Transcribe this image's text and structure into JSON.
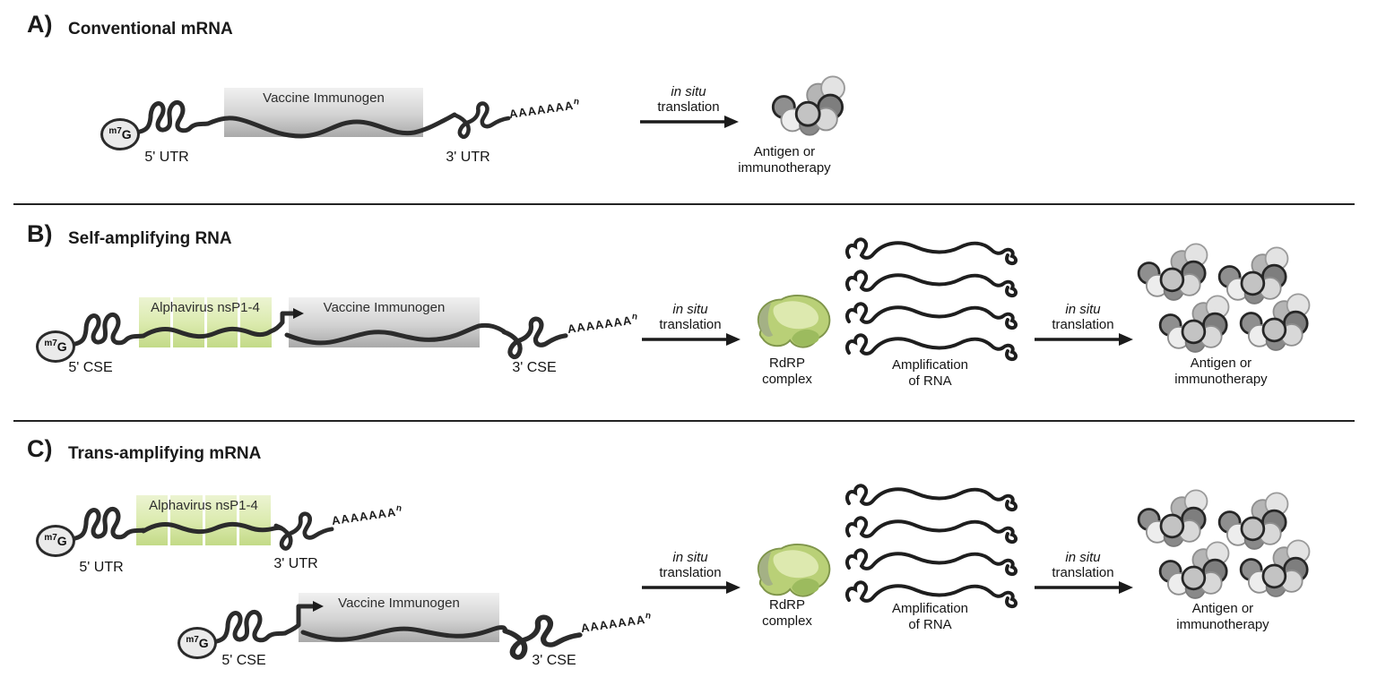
{
  "panels": {
    "a": {
      "letter": "A)",
      "title": "Conventional mRNA",
      "cap": {
        "prefix": "m7",
        "base": "G"
      },
      "label_5": "5' UTR",
      "label_3": "3' UTR",
      "gene_box": "Vaccine Immunogen",
      "polya": "AAAAAAA",
      "polya_sub": "n",
      "arrow1": {
        "line1": "in situ",
        "line2": "translation"
      },
      "output": {
        "line1": "Antigen or",
        "line2": "immunotherapy"
      }
    },
    "b": {
      "letter": "B)",
      "title": "Self-amplifying RNA",
      "cap": {
        "prefix": "m7",
        "base": "G"
      },
      "label_5": "5' CSE",
      "label_3": "3' CSE",
      "nsp_box": "Alphavirus nsP1-4",
      "gene_box": "Vaccine Immunogen",
      "polya": "AAAAAAA",
      "polya_sub": "n",
      "arrow1": {
        "line1": "in situ",
        "line2": "translation"
      },
      "rdrp": {
        "line1": "RdRP",
        "line2": "complex"
      },
      "amplification": {
        "line1": "Amplification",
        "line2": "of RNA"
      },
      "arrow2": {
        "line1": "in situ",
        "line2": "translation"
      },
      "output": {
        "line1": "Antigen or",
        "line2": "immunotherapy"
      }
    },
    "c": {
      "letter": "C)",
      "title": "Trans-amplifying mRNA",
      "construct1": {
        "cap": {
          "prefix": "m7",
          "base": "G"
        },
        "label_5": "5' UTR",
        "nsp_box": "Alphavirus nsP1-4",
        "label_3": "3' UTR",
        "polya": "AAAAAAA",
        "polya_sub": "n"
      },
      "construct2": {
        "cap": {
          "prefix": "m7",
          "base": "G"
        },
        "label_5": "5' CSE",
        "gene_box": "Vaccine Immunogen",
        "label_3": "3' CSE",
        "polya": "AAAAAAA",
        "polya_sub": "n"
      },
      "arrow1": {
        "line1": "in situ",
        "line2": "translation"
      },
      "rdrp": {
        "line1": "RdRP",
        "line2": "complex"
      },
      "amplification": {
        "line1": "Amplification",
        "line2": "of RNA"
      },
      "arrow2": {
        "line1": "in situ",
        "line2": "translation"
      },
      "output": {
        "line1": "Antigen or",
        "line2": "immunotherapy"
      }
    }
  },
  "colors": {
    "rna_line": "#2b2b2b",
    "green_box_top": "#ecf4d2",
    "green_box_bottom": "#c3da87",
    "gray_box_top": "#f1f1f1",
    "gray_box_bottom": "#a9a9a9",
    "rdrp_green": "#b9d077",
    "divider": "#232323"
  }
}
